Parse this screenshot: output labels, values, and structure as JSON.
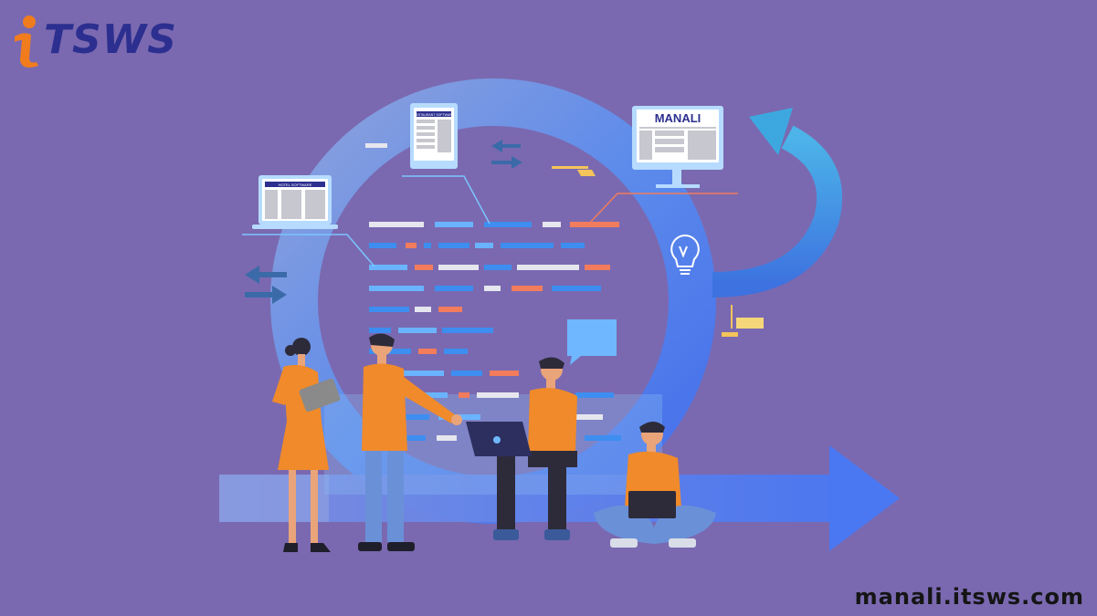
{
  "brand": {
    "logo_text": "TSWS",
    "site_url": "manali.itsws.com"
  },
  "illustration": {
    "desktop_monitor_title": "MANALI",
    "laptop_screen_title": "HOTEL SOFTWARE",
    "tablet_screen_title": "RESTAURANT SOFTWARE"
  },
  "colors": {
    "background": "#7a69b0",
    "ring": "#5b8de8",
    "arrow": "#4b7bf2",
    "orange": "#f08a2a",
    "logo_blue": "#2c2f8f",
    "logo_orange": "#f07c1e",
    "code_white": "#e6e6ee",
    "code_blue": "#3d8ef0",
    "code_lightblue": "#6ab4ff",
    "code_salmon": "#f27c5c"
  },
  "icons": [
    "lightbulb-icon",
    "speech-bubble-icon",
    "swap-arrows-icon",
    "cycle-arrow-icon"
  ]
}
